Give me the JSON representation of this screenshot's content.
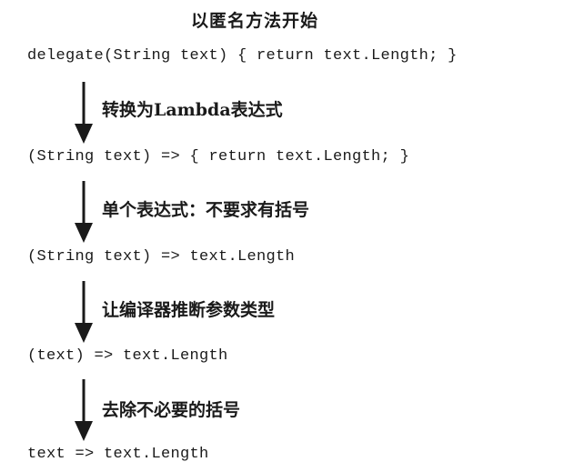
{
  "diagram": {
    "title": "以匿名方法开始",
    "code_lines": [
      "delegate(String text) { return text.Length; }",
      "(String text) => { return text.Length; }",
      "(String text) => text.Length",
      "(text) => text.Length",
      "text => text.Length"
    ],
    "steps": [
      "转换为Lambda表达式",
      "单个表达式：不要求有括号",
      "让编译器推断参数类型",
      "去除不必要的括号"
    ]
  }
}
